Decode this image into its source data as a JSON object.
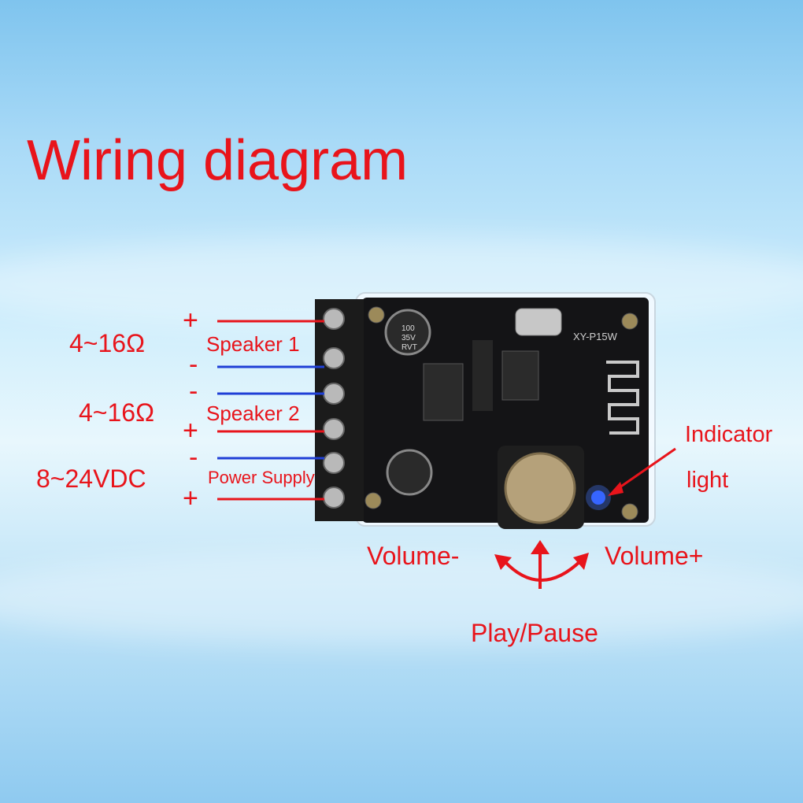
{
  "title": "Wiring diagram",
  "board": {
    "model": "XY-P15W",
    "capacitor_text": [
      "100",
      "35V",
      "RVT"
    ]
  },
  "terminals": {
    "speaker1": {
      "label": "Speaker 1",
      "impedance": "4~16Ω",
      "top_sign": "+",
      "bottom_sign": "-"
    },
    "speaker2": {
      "label": "Speaker 2",
      "impedance": "4~16Ω",
      "top_sign": "-",
      "bottom_sign": "+"
    },
    "power": {
      "label": "Power Supply",
      "voltage": "8~24VDC",
      "top_sign": "-",
      "bottom_sign": "+"
    }
  },
  "indicator": {
    "line1": "Indicator",
    "line2": "light"
  },
  "knob": {
    "left": "Volume-",
    "right": "Volume+",
    "press": "Play/Pause"
  },
  "colors": {
    "label_red": "#e8141b",
    "positive_wire": "#e8141b",
    "negative_wire": "#1f3fd6",
    "led_blue": "#2f5bff"
  }
}
